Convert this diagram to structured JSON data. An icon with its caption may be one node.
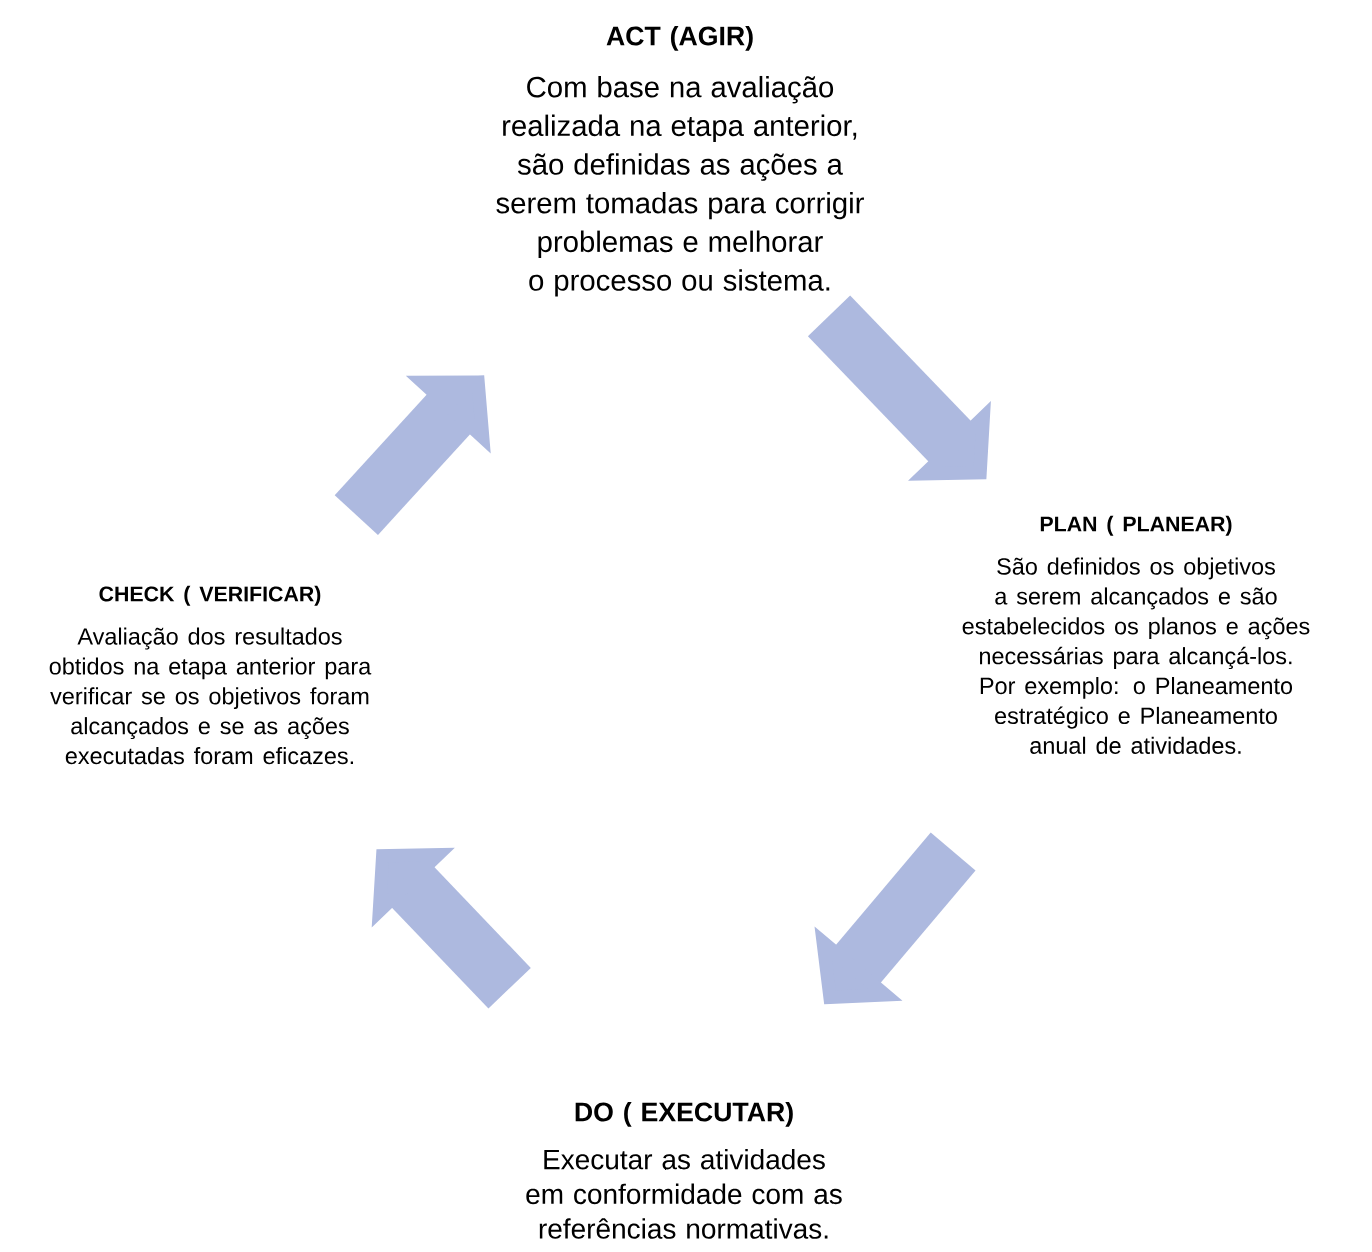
{
  "diagram": {
    "nodes": [
      {
        "text": [
          "ACT (AGIR)",
          "Com base na avaliação realizada na etapa anterior, são definidas as ações a serem tomadas para corrigir problemas e melhorar o processo ou sistema."
        ]
      },
      {
        "text": [
          "PLAN ( PLANEAR)",
          "São definidos os objetivos a serem alcançados e são estabelecidos os planos e ações necessárias para alcançá-los. Por exemplo: o Planeamento estratégico e Planeamento anual de atividades."
        ]
      },
      {
        "text": [
          "DO ( EXECUTAR)",
          "Executar as atividades em conformidade com as referências normativas."
        ]
      },
      {
        "text": [
          "CHECK ( VERIFICAR)",
          "Avaliação dos resultados obtidos na etapa anterior para verificar se os objetivos foram alcançados e se as ações executadas foram eficazes."
        ]
      }
    ],
    "edges": [
      {
        "from": 0,
        "to": 1,
        "arrow": "to"
      },
      {
        "from": 1,
        "to": 2,
        "arrow": "to"
      },
      {
        "from": 2,
        "to": 3,
        "arrow": "to"
      },
      {
        "from": 3,
        "to": 0,
        "arrow": "to"
      }
    ]
  }
}
